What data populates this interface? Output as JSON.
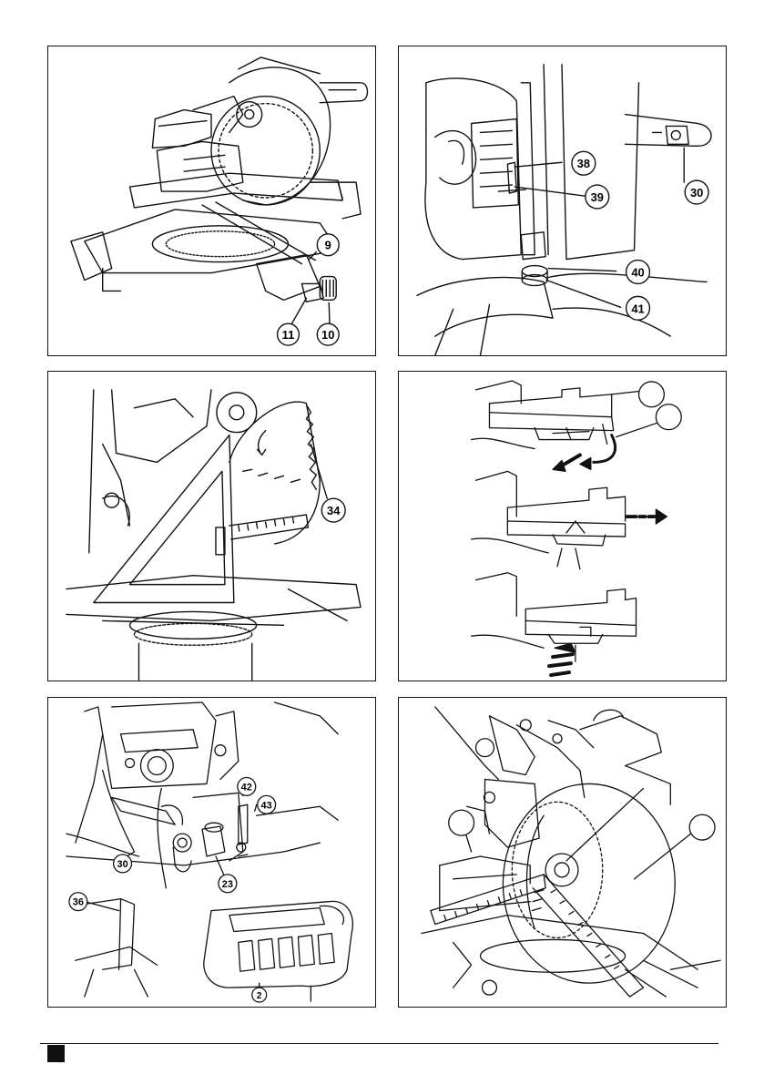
{
  "figures": [
    {
      "id": "fig1",
      "callouts": [
        "9",
        "11",
        "10"
      ]
    },
    {
      "id": "fig2",
      "callouts": [
        "38",
        "39",
        "30",
        "40",
        "41"
      ]
    },
    {
      "id": "fig3",
      "callouts": [
        "34"
      ]
    },
    {
      "id": "fig4",
      "callouts": [
        "",
        ""
      ]
    },
    {
      "id": "fig5",
      "callouts": [
        "42",
        "43",
        "30",
        "23",
        "36",
        "2"
      ]
    },
    {
      "id": "fig6",
      "callouts": [
        "",
        ""
      ]
    }
  ],
  "colors": {
    "line": "#111111",
    "paper": "#ffffff"
  }
}
